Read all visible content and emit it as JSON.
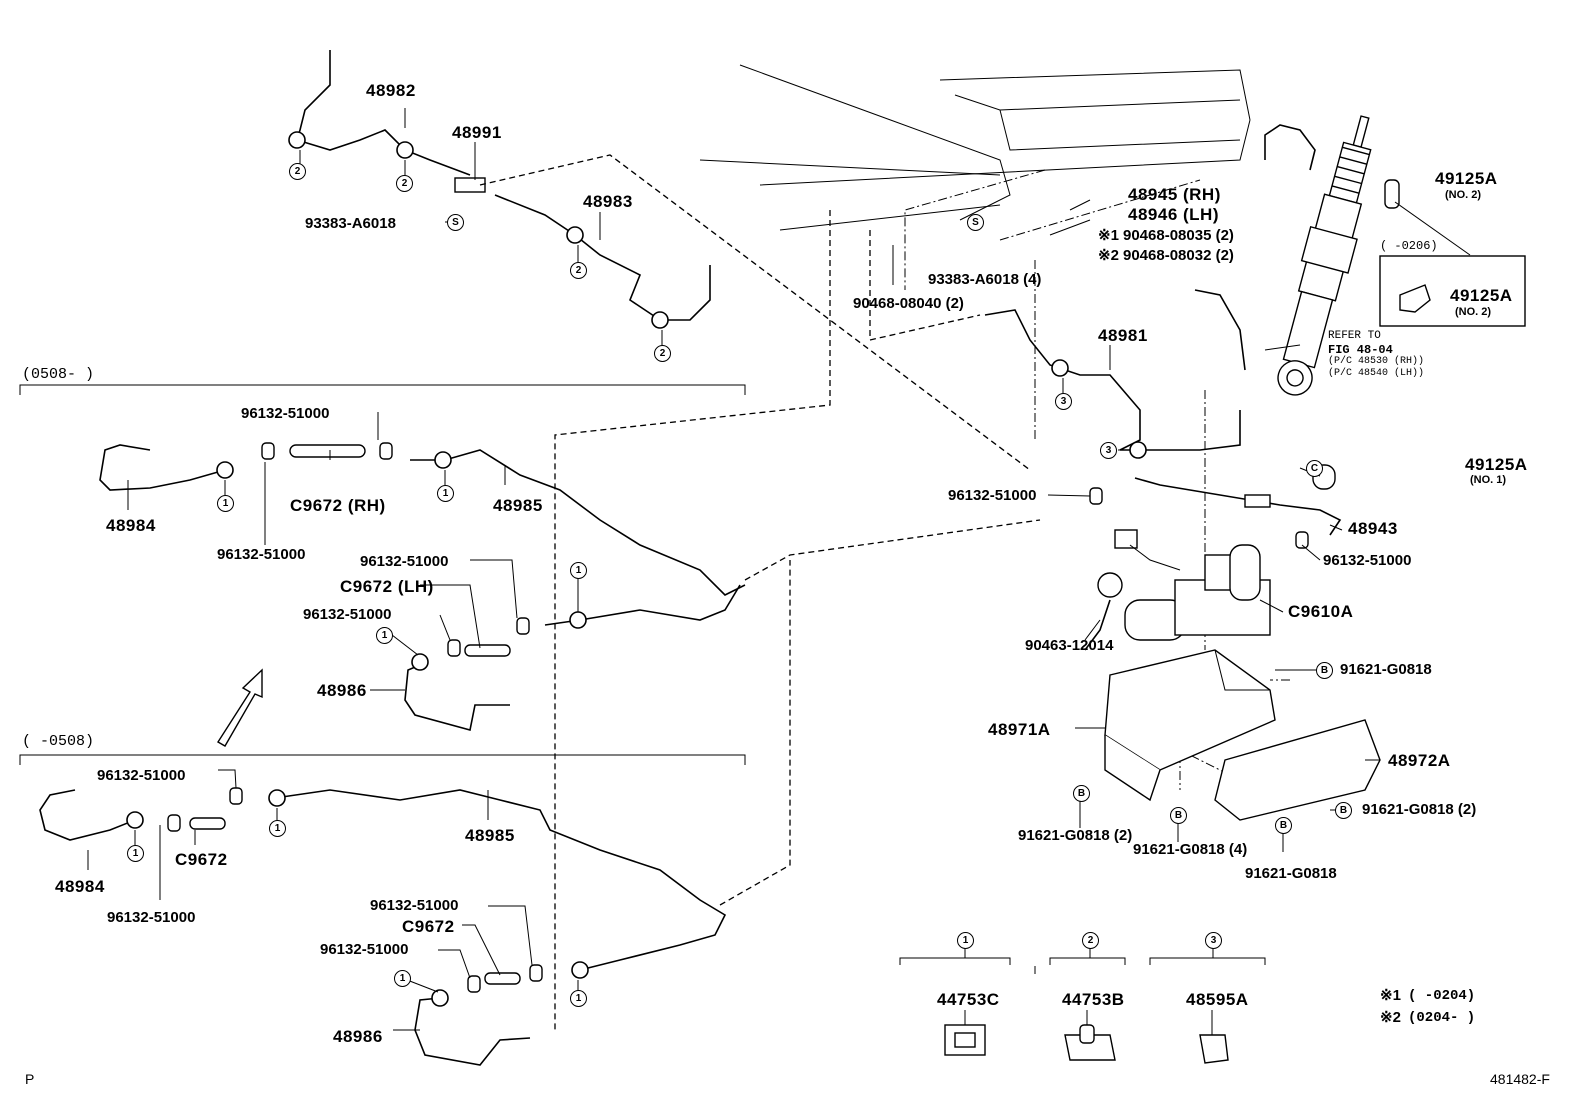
{
  "diagram": {
    "ref": "481482-F",
    "page_mark": "P",
    "parts": {
      "p48982": "48982",
      "p48991": "48991",
      "p48983": "48983",
      "p93383_top": "93383-A6018",
      "p48945": "48945 (RH)",
      "p48946": "48946 (LH)",
      "p90468_35": "90468-08035 (2)",
      "p90468_32": "90468-08032 (2)",
      "p93383_4": "93383-A6018 (4)",
      "p90468_40": "90468-08040 (2)",
      "p49125_no2_a": "49125A",
      "p49125_no2_b": "49125A",
      "p49125_no1": "49125A",
      "p48981": "48981",
      "p48943": "48943",
      "p96132_right1": "96132-51000",
      "p96132_right2": "96132-51000",
      "pC9610": "C9610A",
      "p90463": "90463-12014",
      "p91621_a": "91621-G0818",
      "p48971": "48971A",
      "p48972": "48972A",
      "p91621_b": "91621-G0818 (2)",
      "p91621_c": "91621-G0818 (2)",
      "p91621_d": "91621-G0818 (4)",
      "p91621_e": "91621-G0818",
      "u96132_a": "96132-51000",
      "u96132_b": "96132-51000",
      "u96132_c": "96132-51000",
      "u96132_d": "96132-51000",
      "u48984": "48984",
      "u48985": "48985",
      "u48986": "48986",
      "uC9672_rh": "C9672 (RH)",
      "uC9672_lh": "C9672 (LH)",
      "l96132_a": "96132-51000",
      "l96132_b": "96132-51000",
      "l96132_c": "96132-51000",
      "l96132_d": "96132-51000",
      "l48984": "48984",
      "l48985": "48985",
      "l48986": "48986",
      "lC9672_a": "C9672",
      "lC9672_b": "C9672"
    },
    "small": {
      "no2_a": "(NO. 2)",
      "no2_b": "(NO. 2)",
      "no1": "(NO. 1)",
      "date_0206": "(      -0206)",
      "refer1": "REFER TO",
      "refer2": "FIG 48-04",
      "refer3": "(P/C 48530 (RH))",
      "refer4": "(P/C 48540 (LH))",
      "x1": "※1",
      "x2": "※2"
    },
    "sections": {
      "upper_range": "(0508-       )",
      "lower_range": "(      -0508)"
    },
    "markers": {
      "one": "1",
      "two": "2",
      "three": "3",
      "s": "S",
      "b": "B",
      "c": "C"
    },
    "legend": {
      "m1_part": "44753C",
      "m2_part": "44753B",
      "m3_part": "48595A",
      "note1_mark": "※1",
      "note1_text": "(      -0204)",
      "note2_mark": "※2",
      "note2_text": "(0204-      )"
    }
  }
}
